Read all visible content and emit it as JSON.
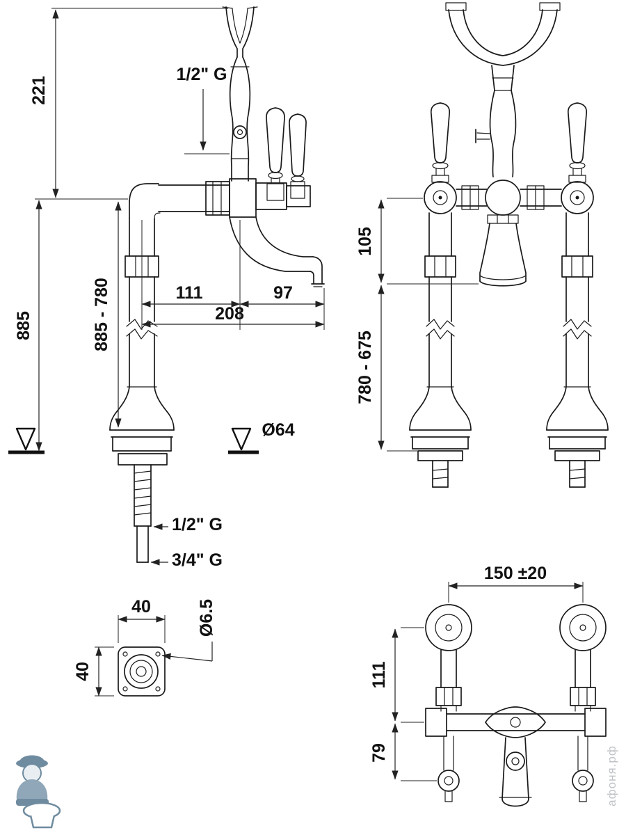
{
  "meta": {
    "watermark": "афоня.рф"
  },
  "side_view": {
    "dim_height_top": "221",
    "dim_inlet": "1/2\" G",
    "dim_height_range": "885 - 780",
    "dim_height_total": "885",
    "dim_reach_inner": "111",
    "dim_reach_outer": "97",
    "dim_reach_total": "208",
    "dim_base_diameter": "Ø64",
    "dim_thread_upper": "1/2\" G",
    "dim_thread_lower": "3/4\" G"
  },
  "front_view": {
    "dim_spout_drop": "105",
    "dim_leg_range": "780 - 675"
  },
  "base_view": {
    "dim_width": "40",
    "dim_depth": "40",
    "dim_hole_diameter": "Ø6.5"
  },
  "plan_view": {
    "dim_centers": "150 ±20",
    "dim_depth": "111",
    "dim_offset": "79"
  }
}
